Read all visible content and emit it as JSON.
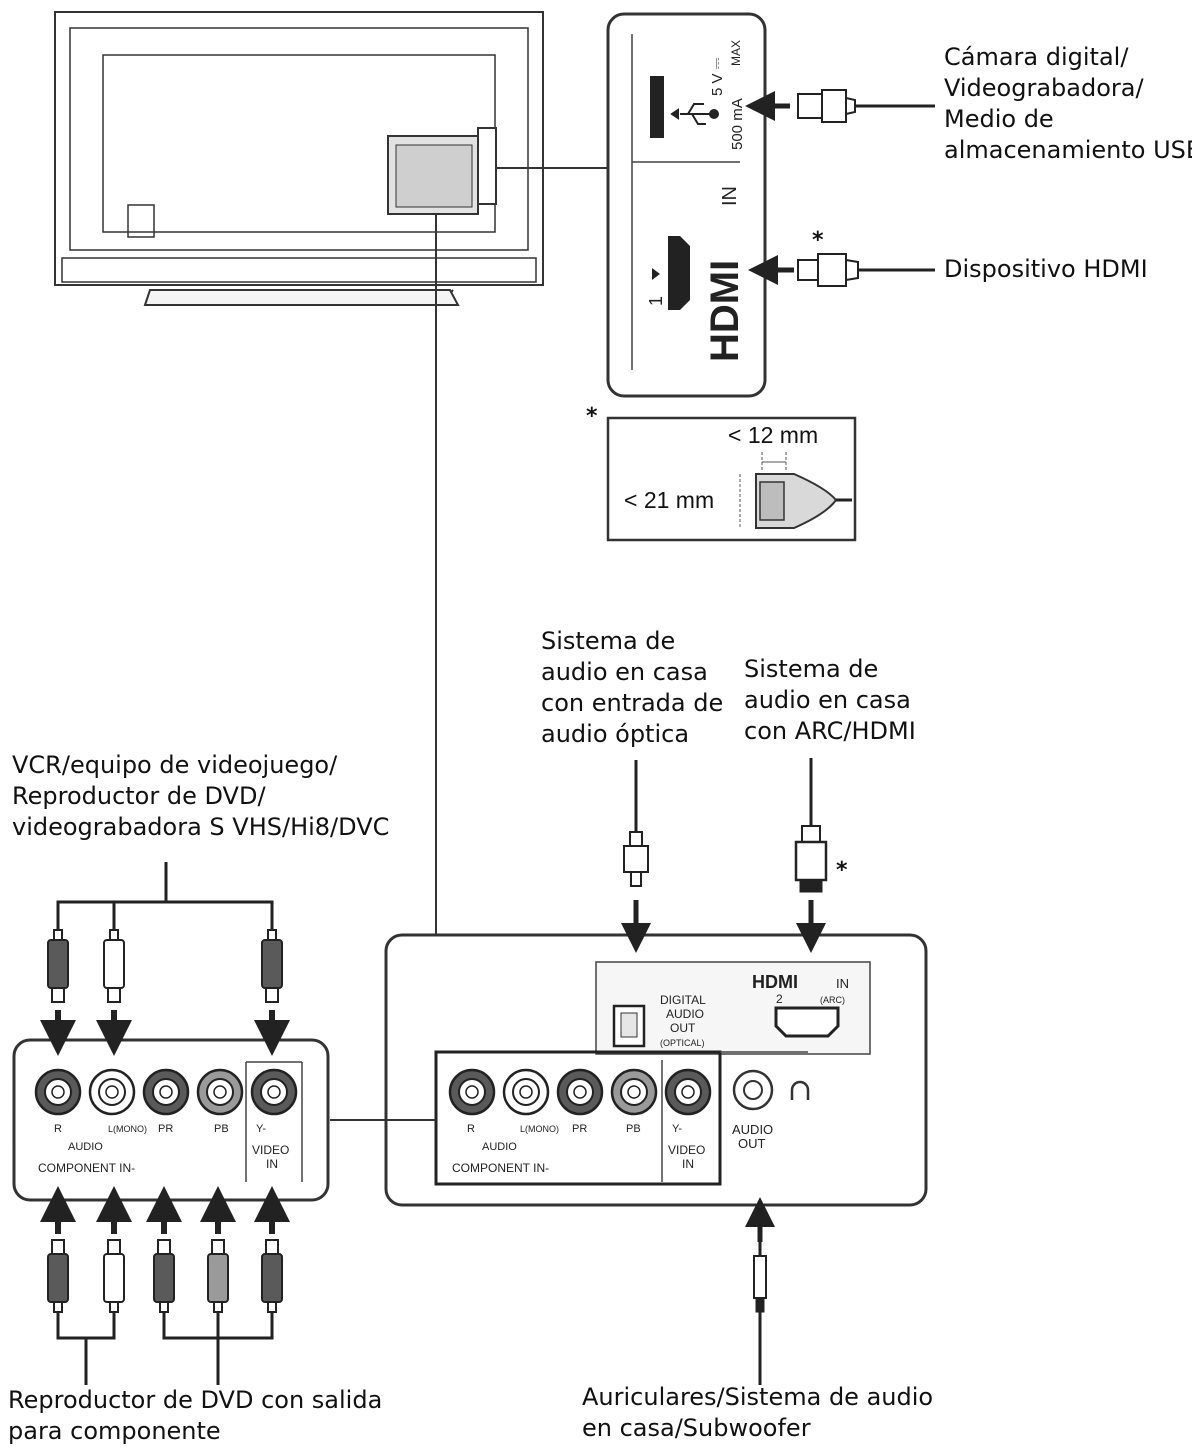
{
  "labels": {
    "usb_devices": [
      "Cámara digital/",
      "Videograbadora/",
      "Medio de",
      "almacenamiento USB"
    ],
    "hdmi_device": "Dispositivo HDMI",
    "optical_system": [
      "Sistema de",
      "audio en casa",
      "con entrada de",
      "audio óptica"
    ],
    "arc_system": [
      "Sistema de",
      "audio en casa",
      "con ARC/HDMI"
    ],
    "composite_devices": [
      "VCR/equipo de videojuego/",
      "Reproductor de DVD/",
      "videograbadora S VHS/Hi8/DVC"
    ],
    "component_player": [
      "Reproductor de DVD con salida",
      "para componente"
    ],
    "headphones": [
      "Auriculares/Sistema de audio",
      "en casa/Subwoofer"
    ]
  },
  "asterisk": "*",
  "plug_size": {
    "width": "< 12 mm",
    "height": "< 21 mm"
  },
  "usb_port": {
    "rating_1": "5 V ⎓",
    "rating_2": "500 mA",
    "rating_max": "MAX"
  },
  "hdmi_side": {
    "brand": "HDMI",
    "in": "IN",
    "number": "1"
  },
  "panel_labels": {
    "r": "R",
    "l_mono": "L(MONO)",
    "pr": "PR",
    "pb": "PB",
    "y": "Y-",
    "audio": "AUDIO",
    "component_in": "COMPONENT  IN-",
    "video": "VIDEO",
    "in": "IN",
    "digital": "DIGITAL",
    "audio_out_1": "AUDIO",
    "out": "OUT",
    "optical": "(OPTICAL)",
    "hdmi_brand": "HDMI",
    "hdmi_in": "IN",
    "hdmi_2": "2",
    "arc": "(ARC)",
    "audio_out": "AUDIO",
    "audio_out_out": "OUT"
  },
  "colors": {
    "line": "#222222",
    "jack_dark": "#5a5a5a",
    "jack_white": "#ffffff",
    "panel": "#f6f6f6"
  }
}
